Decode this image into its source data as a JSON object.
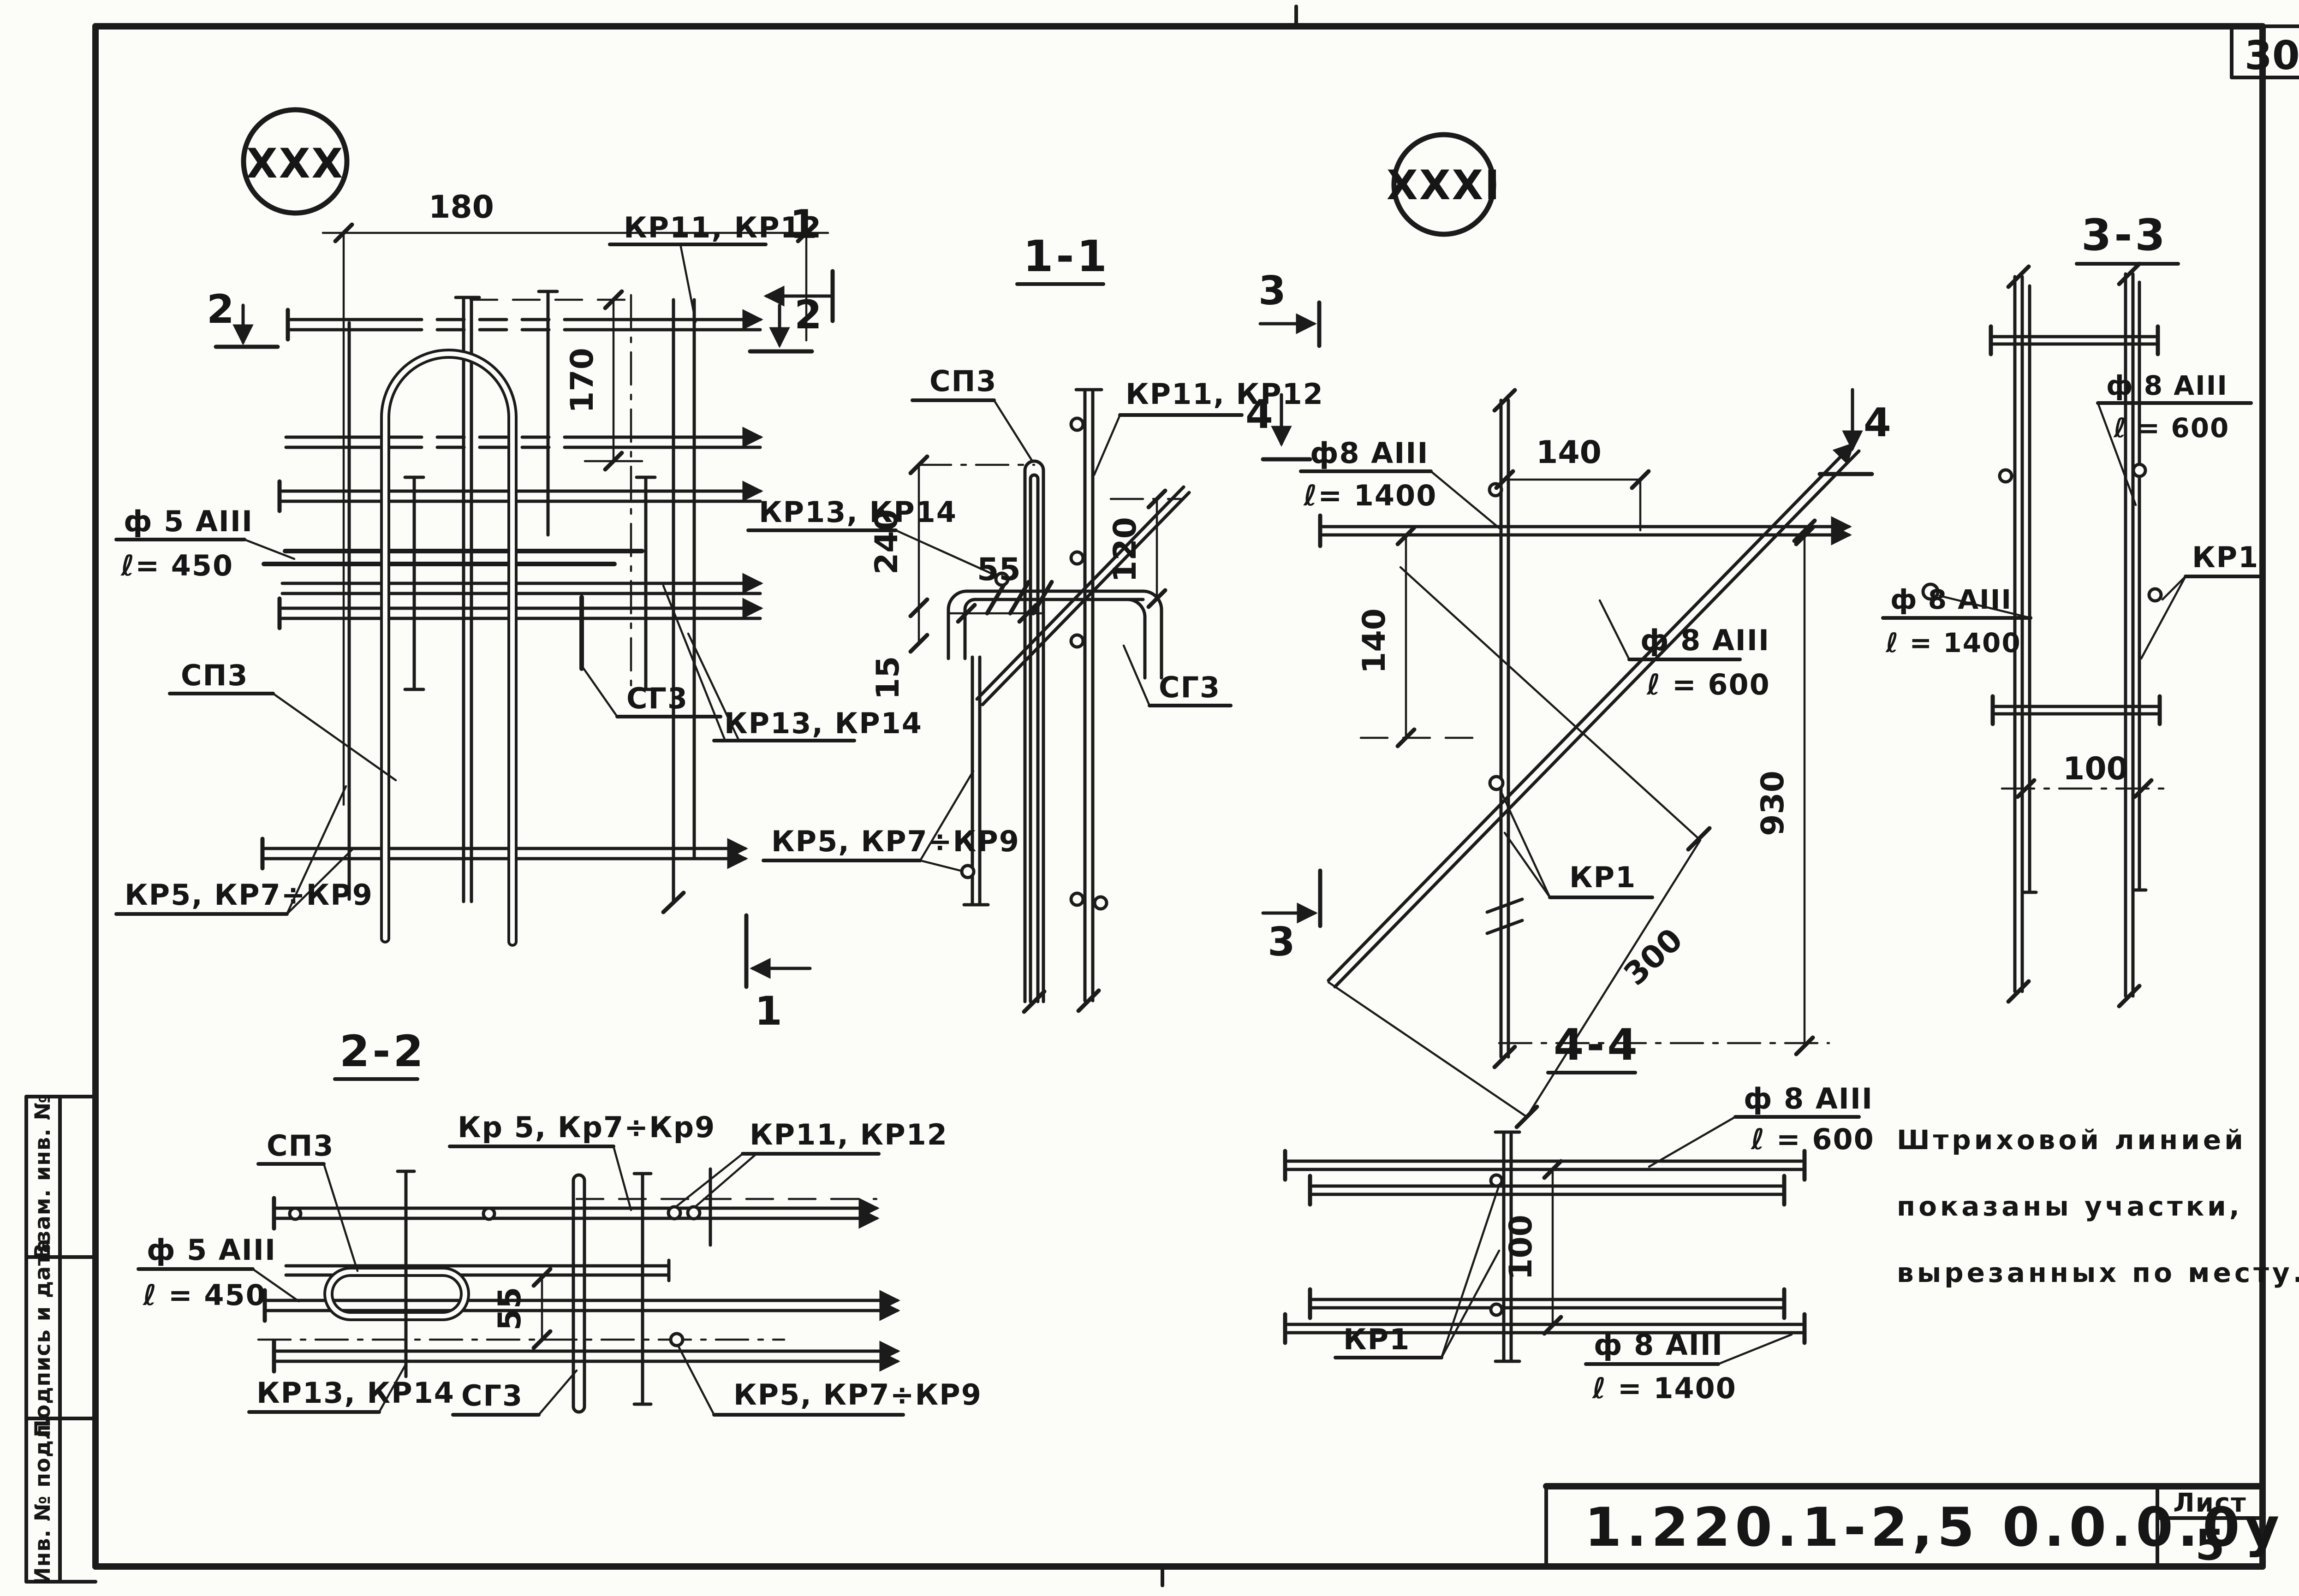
{
  "corner_number": "30",
  "stamp_left": {
    "rows": [
      "Взам. инв. №",
      "Подпись и дата",
      "Инв. № подл."
    ]
  },
  "title_block": {
    "doc_number": "1.220.1-2,5   0.0.0.0у",
    "sheet_label": "Лист",
    "sheet_number": "5"
  },
  "note": {
    "line1": "Штриховой  линией",
    "line2": "показаны  участки,",
    "line3": "вырезанных  по  месту."
  },
  "views": {
    "xxx": {
      "id": "XXX",
      "labels": {
        "kr11_12": "КР11, КР12",
        "f5": "ф 5 АIII",
        "l450": "ℓ= 450",
        "sp3": "СП3",
        "sg3": "СГ3",
        "kr13_14": "КР13, КР14",
        "kr5_79": "КР5, КР7÷КР9"
      },
      "dims": {
        "d180": "180",
        "d170": "170"
      },
      "markers": {
        "m1_top": "1",
        "m2_left": "2",
        "m2_right": "2",
        "m1_bottom": "1"
      }
    },
    "s11": {
      "title": "1-1",
      "labels": {
        "sp3": "СП3",
        "kr11_12": "КР11, КР12",
        "kr13_14": "КР13, КР14",
        "sg3": "СГ3",
        "kr5_79": "КР5, КР7÷КР9"
      },
      "dims": {
        "d240": "240",
        "d55": "55",
        "d120": "120",
        "d15": "15"
      },
      "markers": {
        "m3": "3",
        "m4": "4"
      }
    },
    "xxxi": {
      "id": "XXXI",
      "labels": {
        "f8_1400_a": "ф8 АIII",
        "f8_1400_b": "ℓ= 1400",
        "f8_600_a": "ф 8 АIII",
        "f8_600_b": "ℓ = 600",
        "kr1": "КР1"
      },
      "dims": {
        "d140h": "140",
        "d140v": "140",
        "d930": "930",
        "d300": "300"
      },
      "markers": {
        "m4": "4",
        "m3": "3"
      }
    },
    "s33": {
      "title": "3-3",
      "labels": {
        "f8_600_a": "ф 8 АIII",
        "f8_600_b": "ℓ = 600",
        "f8_1400_a": "ф 8 АIII",
        "f8_1400_b": "ℓ = 1400",
        "kr1": "КР1"
      },
      "dims": {
        "d100": "100"
      }
    },
    "s22": {
      "title": "2-2",
      "labels": {
        "sp3": "СП3",
        "kr5_79_top": "Кр 5, Кр7÷Кр9",
        "kr11_12": "КР11, КР12",
        "f5": "ф 5 АIII",
        "l450": "ℓ = 450",
        "kr13_14": "КР13, КР14",
        "sg3": "СГ3",
        "kr5_79_bot": "КР5, КР7÷КР9"
      },
      "dims": {
        "d55": "55"
      }
    },
    "s44": {
      "title": "4-4",
      "labels": {
        "f8_600_a": "ф 8 АIII",
        "f8_600_b": "ℓ = 600",
        "kr1": "КР1",
        "f8_1400_a": "ф 8 АIII",
        "f8_1400_b": "ℓ = 1400"
      },
      "dims": {
        "d100": "100"
      }
    }
  }
}
